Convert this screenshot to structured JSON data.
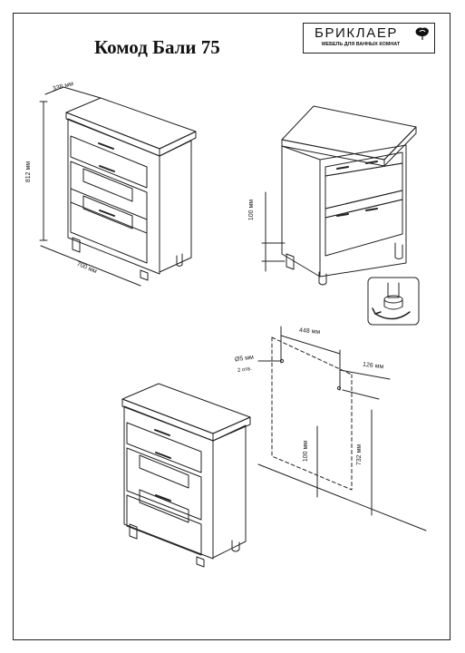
{
  "document": {
    "title": "Комод Бали 75"
  },
  "brand": {
    "name": "БРИКЛАЕР",
    "tagline": "МЕБЕЛЬ ДЛЯ ВАННЫХ КОМНАТ",
    "icon": "rose-icon"
  },
  "dimensions": {
    "depth": "338 мм",
    "height": "812 мм",
    "width": "700 мм",
    "drawer_gap": "100 мм",
    "hole_spacing": "448 мм",
    "side_offset": "126 мм",
    "hole_diameter": "Ø5 мм",
    "hole_count": "2 отв.",
    "floor_gap": "100 мм",
    "mount_height": "732 мм"
  },
  "colors": {
    "line": "#222222",
    "paper": "#ffffff"
  }
}
